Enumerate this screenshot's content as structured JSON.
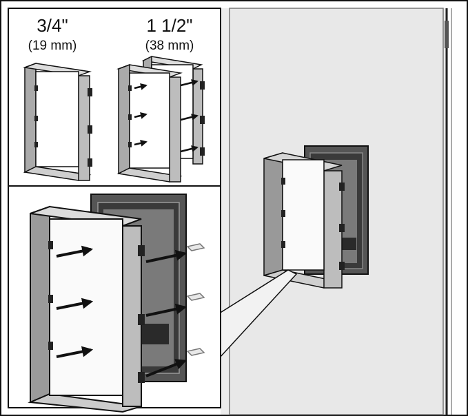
{
  "labels": {
    "thin_size": "3/4\"",
    "thin_mm": "(19 mm)",
    "thick_size": "1 1/2\"",
    "thick_mm": "(38 mm)"
  },
  "colors": {
    "outline": "#111111",
    "frame_light": "#d9d9d9",
    "frame_mid": "#a9a9a9",
    "frame_dark": "#6d6d6d",
    "wall": "#e9e9e9",
    "recess": "#4a4a4a"
  },
  "icons": [
    "arrow-icon",
    "clip-icon",
    "callout-wedge"
  ]
}
